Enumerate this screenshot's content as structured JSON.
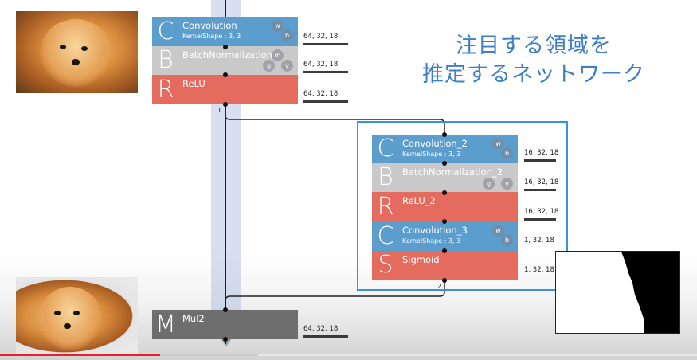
{
  "title": {
    "line1": "注目する領域を",
    "line2": "推定するネットワーク"
  },
  "colors": {
    "conv": "#5b9dcc",
    "batchnorm": "#c9c9c9",
    "relu": "#e46b5e",
    "mul": "#6e6e6e",
    "frame": "#3d8fe0",
    "title": "#3f7fc5",
    "progress": "#e5202a"
  },
  "main_column": {
    "nodes": [
      {
        "letter": "C",
        "name": "Convolution",
        "sub": "KernelShape : 3, 3",
        "params": [
          "w",
          "b"
        ],
        "dims": "64, 32, 18"
      },
      {
        "letter": "B",
        "name": "BatchNormalization",
        "sub": "",
        "params": [
          "m",
          "g",
          "v"
        ],
        "dims": "64, 32, 18"
      },
      {
        "letter": "R",
        "name": "ReLU",
        "sub": "",
        "params": [],
        "dims": "64, 32, 18"
      }
    ],
    "branch_label": "1"
  },
  "attention_branch": {
    "nodes": [
      {
        "letter": "C",
        "name": "Convolution_2",
        "sub": "KernelShape : 3, 3",
        "params": [
          "w",
          "b"
        ],
        "dims": "16, 32, 18"
      },
      {
        "letter": "B",
        "name": "BatchNormalization_2",
        "sub": "",
        "params": [
          "g",
          "v"
        ],
        "dims": "16, 32, 18"
      },
      {
        "letter": "R",
        "name": "ReLU_2",
        "sub": "",
        "params": [],
        "dims": "16, 32, 18"
      },
      {
        "letter": "C",
        "name": "Convolution_3",
        "sub": "KernelShape : 3, 3",
        "params": [
          "w",
          "b"
        ],
        "dims": "1, 32, 18"
      },
      {
        "letter": "S",
        "name": "Sigmoid",
        "sub": "",
        "params": [],
        "dims": "1, 32, 18"
      }
    ],
    "branch_label": "2"
  },
  "mul_node": {
    "letter": "M",
    "name": "Mul2",
    "dims": "64, 32, 18"
  },
  "video": {
    "progress": 0.23,
    "buffered": 0.37
  }
}
